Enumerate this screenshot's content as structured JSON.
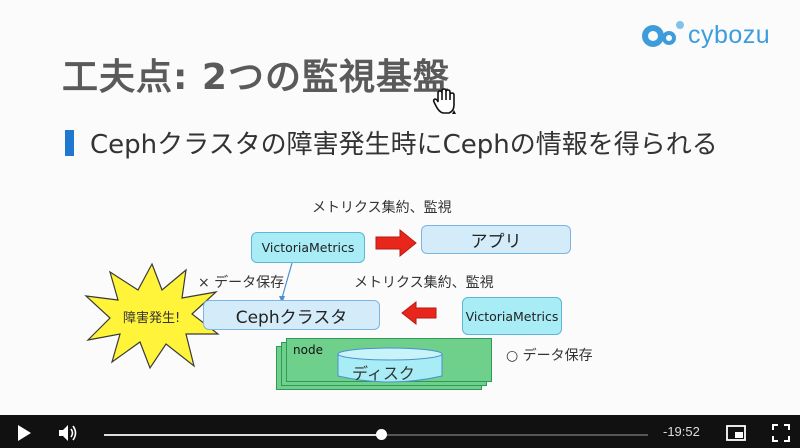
{
  "logo": {
    "text": "cybozu",
    "color": "#3d9ddb"
  },
  "slide": {
    "title": "工夫点: 2つの監視基盤",
    "bullet": "Cephクラスタの障害発生時にCephの情報を得られる",
    "diagram": {
      "label_metrics_top": "メトリクス集約、監視",
      "label_metrics_mid": "メトリクス集約、監視",
      "label_no_storage": "× データ保存",
      "label_storage": "○ データ保存",
      "victoria_top": "VictoriaMetrics",
      "victoria_right": "VictoriaMetrics",
      "app": "アプリ",
      "ceph_cluster": "Cephクラスタ",
      "node": "node",
      "disk": "ディスク",
      "failure": "障害発生!"
    }
  },
  "player": {
    "time_remaining": "-19:52",
    "progress_fraction": 0.51,
    "colors": {
      "bar": "#111111",
      "fill": "#dddddd"
    }
  }
}
